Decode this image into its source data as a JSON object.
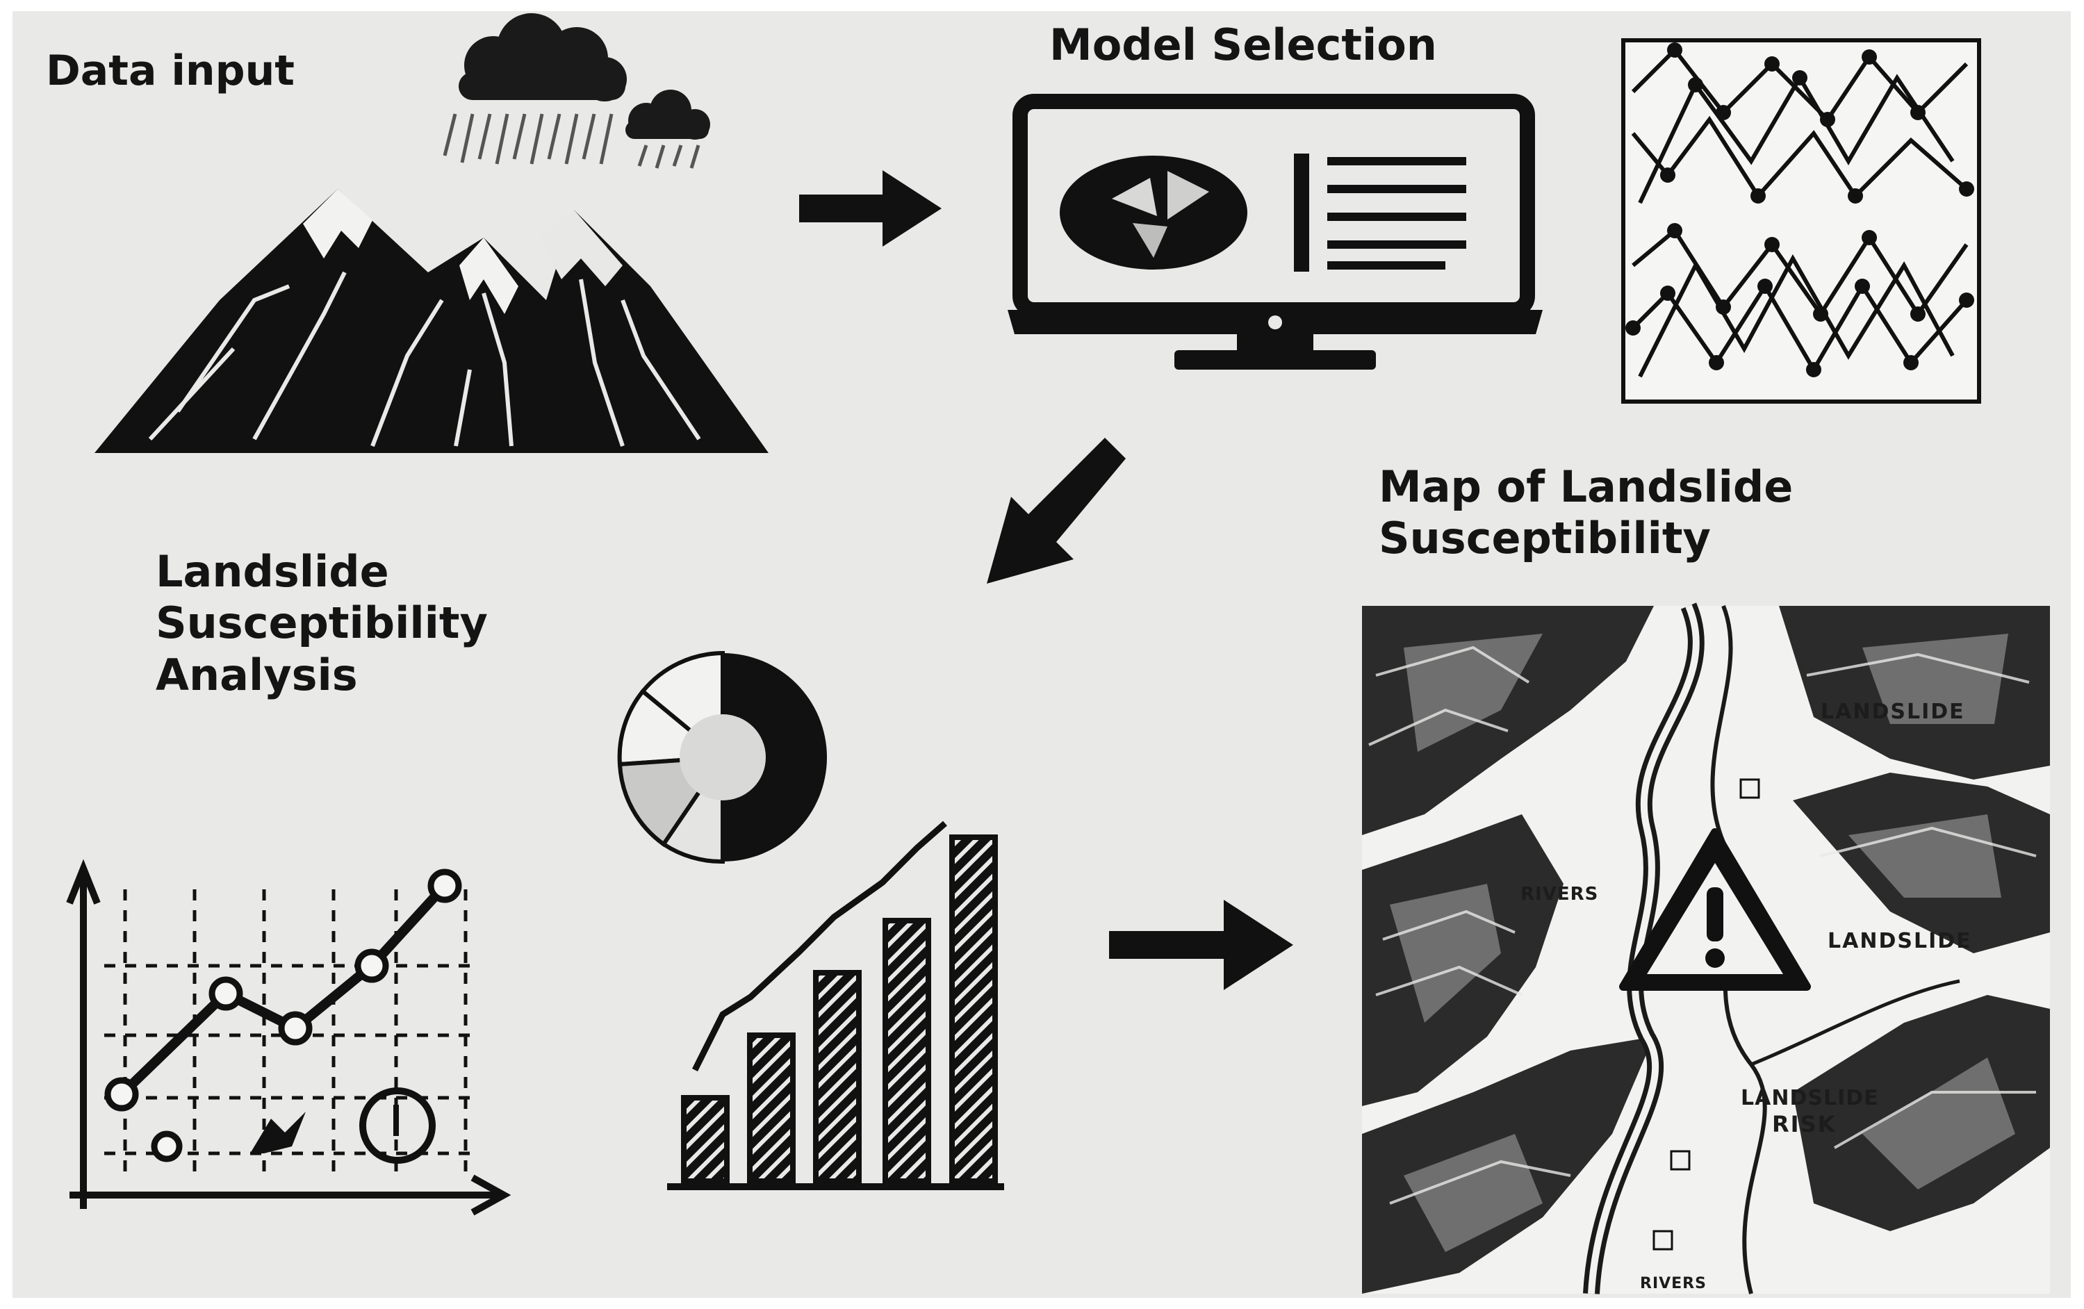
{
  "stages": {
    "data_input": {
      "label": "Data input"
    },
    "model_selection": {
      "label": "Model Selection"
    },
    "analysis": {
      "label": "Landslide\nSusceptibility\nAnalysis"
    },
    "map": {
      "label": "Map of Landslide\nSusceptibility"
    }
  },
  "map_labels": {
    "landslide_1": "LANDSLIDE",
    "landslide_2": "LANDSLIDE",
    "landslide_risk_1": "LANDSLIDE",
    "landslide_risk_2": "RISK",
    "rivers_1": "RIVERS",
    "rivers_2": "RIVERS"
  },
  "icons": [
    "rain-cloud-icon",
    "mountain-icon",
    "monitor-icon",
    "network-graph-icon",
    "line-chart-icon",
    "pie-chart-icon",
    "bar-chart-icon",
    "warning-icon"
  ],
  "colors": {
    "ink": "#141414",
    "background": "#e9e9e7",
    "map_paper": "#f2f2f0"
  }
}
